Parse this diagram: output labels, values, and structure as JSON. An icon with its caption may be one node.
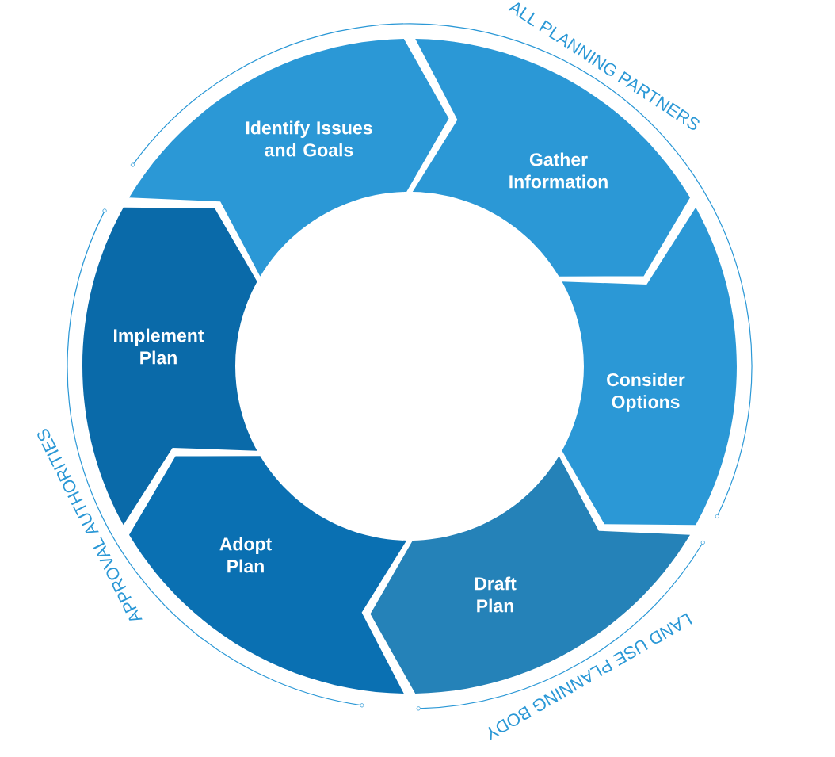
{
  "diagram": {
    "nodes": [
      {
        "text": [
          "Identify Issues and Goals"
        ]
      },
      {
        "text": [
          "Gather Information"
        ]
      },
      {
        "text": [
          "Consider Options"
        ]
      },
      {
        "text": [
          "Draft Plan"
        ]
      },
      {
        "text": [
          "Adopt Plan"
        ]
      },
      {
        "text": [
          "Implement Plan"
        ]
      }
    ],
    "labels": [
      "ALL PLANNING PARTNERS",
      "LAND USE PLANNING BODY",
      "APPROVAL AUTHORITIES"
    ]
  }
}
